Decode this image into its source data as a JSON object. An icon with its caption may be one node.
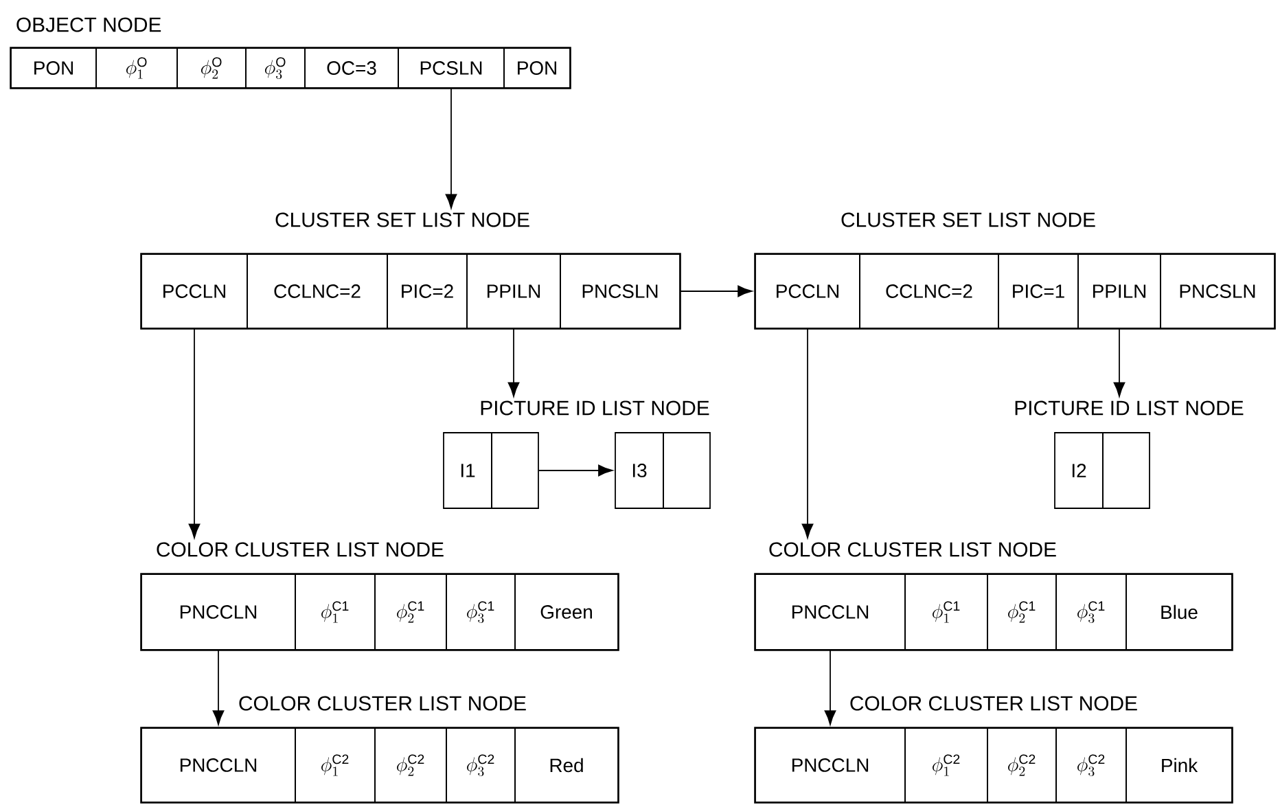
{
  "diagram": {
    "nodes": [
      {
        "text": [
          "OBJECT NODE"
        ]
      },
      {
        "text": [
          "PON"
        ],
        "in": 0
      },
      {
        "text": [
          "\\phi^{\\mathrm{O}}_{1}"
        ],
        "in": 0
      },
      {
        "text": [
          "\\phi^{\\mathrm{O}}_{2}"
        ],
        "in": 0
      },
      {
        "text": [
          "\\phi^{\\mathrm{O}}_{3}"
        ],
        "in": 0
      },
      {
        "text": [
          "OC=3"
        ],
        "in": 0
      },
      {
        "text": [
          "PCSLN"
        ],
        "in": 0
      },
      {
        "text": [
          "PON"
        ],
        "in": 0
      },
      {
        "text": [
          "CLUSTER SET LIST NODE"
        ]
      },
      {
        "text": [
          "PCCLN"
        ],
        "in": 8
      },
      {
        "text": [
          "CCLNC=2"
        ],
        "in": 8
      },
      {
        "text": [
          "PIC=2"
        ],
        "in": 8
      },
      {
        "text": [
          "PPILN"
        ],
        "in": 8
      },
      {
        "text": [
          "PNCSLN"
        ],
        "in": 8
      },
      {
        "text": [
          "CLUSTER SET LIST NODE"
        ]
      },
      {
        "text": [
          "PCCLN"
        ],
        "in": 14
      },
      {
        "text": [
          "CCLNC=2"
        ],
        "in": 14
      },
      {
        "text": [
          "PIC=1"
        ],
        "in": 14
      },
      {
        "text": [
          "PPILN"
        ],
        "in": 14
      },
      {
        "text": [
          "PNCSLN"
        ],
        "in": 14
      },
      {
        "text": [
          "PICTURE ID LIST NODE"
        ]
      },
      {
        "text": [
          "I1"
        ],
        "in": 20
      },
      {
        "text": [],
        "shape": "box",
        "in": 20
      },
      {
        "text": [
          "I3"
        ],
        "in": 20
      },
      {
        "text": [],
        "shape": "box",
        "in": 20
      },
      {
        "text": [
          "PICTURE ID LIST NODE"
        ]
      },
      {
        "text": [
          "I2"
        ],
        "in": 25
      },
      {
        "text": [],
        "shape": "box",
        "in": 25
      },
      {
        "text": [
          "COLOR CLUSTER LIST NODE"
        ]
      },
      {
        "text": [
          "PNCCLN"
        ],
        "in": 28
      },
      {
        "text": [
          "\\phi^{\\mathrm{C1}}_{1}"
        ],
        "in": 28
      },
      {
        "text": [
          "\\phi^{\\mathrm{C1}}_{2}"
        ],
        "in": 28
      },
      {
        "text": [
          "\\phi^{\\mathrm{C1}}_{3}"
        ],
        "in": 28
      },
      {
        "text": [
          "Green"
        ],
        "in": 28
      },
      {
        "text": [
          "COLOR CLUSTER LIST NODE"
        ]
      },
      {
        "text": [
          "PNCCLN"
        ],
        "in": 34
      },
      {
        "text": [
          "\\phi^{\\mathrm{C1}}_{1}"
        ],
        "in": 34
      },
      {
        "text": [
          "\\phi^{\\mathrm{C1}}_{2}"
        ],
        "in": 34
      },
      {
        "text": [
          "\\phi^{\\mathrm{C1}}_{3}"
        ],
        "in": 34
      },
      {
        "text": [
          "Blue"
        ],
        "in": 34
      },
      {
        "text": [
          "COLOR CLUSTER LIST NODE"
        ]
      },
      {
        "text": [
          "PNCCLN"
        ],
        "in": 40
      },
      {
        "text": [
          "\\phi^{\\mathrm{C2}}_{1}"
        ],
        "in": 40
      },
      {
        "text": [
          "\\phi^{\\mathrm{C2}}_{2}"
        ],
        "in": 40
      },
      {
        "text": [
          "\\phi^{\\mathrm{C2}}_{3}"
        ],
        "in": 40
      },
      {
        "text": [
          "Red"
        ],
        "in": 40
      },
      {
        "text": [
          "COLOR CLUSTER LIST NODE"
        ]
      },
      {
        "text": [
          "PNCCLN"
        ],
        "in": 46
      },
      {
        "text": [
          "\\phi^{\\mathrm{C2}}_{1}"
        ],
        "in": 46
      },
      {
        "text": [
          "\\phi^{\\mathrm{C2}}_{2}"
        ],
        "in": 46
      },
      {
        "text": [
          "\\phi^{\\mathrm{C2}}_{3}"
        ],
        "in": 46
      },
      {
        "text": [
          "Pink"
        ],
        "in": 46
      }
    ],
    "edges": [
      {
        "from": 6,
        "to": 8,
        "arrow": "to"
      },
      {
        "from": 13,
        "to": 14,
        "arrow": "to"
      },
      {
        "from": 12,
        "to": 20,
        "arrow": "to"
      },
      {
        "from": 22,
        "to": 23,
        "arrow": "to"
      },
      {
        "from": 9,
        "to": 28,
        "arrow": "to"
      },
      {
        "from": 18,
        "to": 25,
        "arrow": "to"
      },
      {
        "from": 15,
        "to": 34,
        "arrow": "to"
      },
      {
        "from": 29,
        "to": 40,
        "arrow": "to"
      },
      {
        "from": 35,
        "to": 46,
        "arrow": "to"
      }
    ]
  }
}
